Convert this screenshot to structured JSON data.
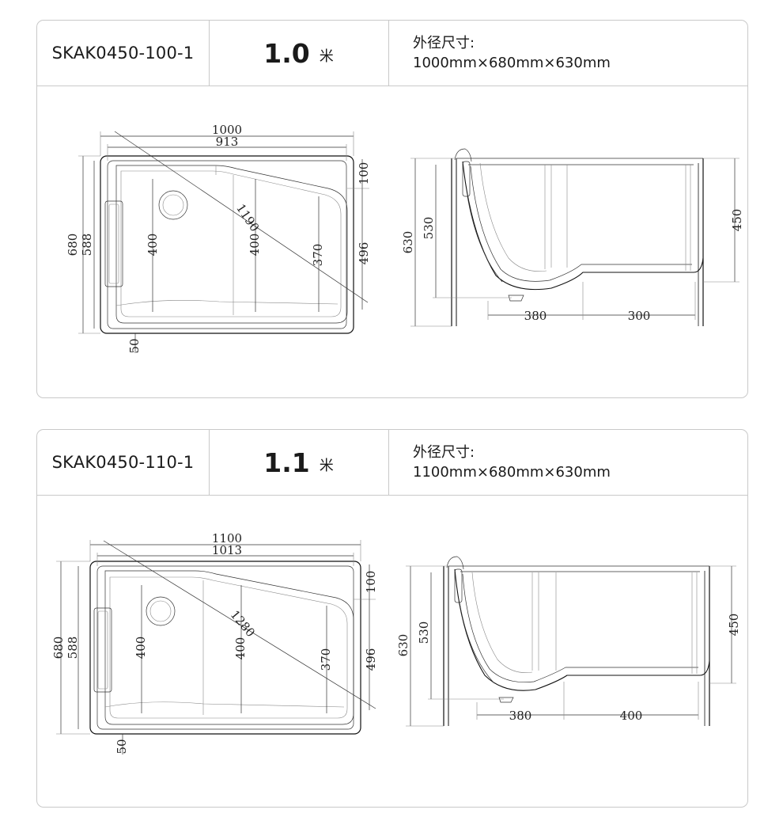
{
  "products": [
    {
      "model": "SKAK0450-100-1",
      "length_value": "1.0",
      "length_unit": "米",
      "size_label": "外径尺寸:",
      "size_value": "1000mm×680mm×630mm",
      "top_view": {
        "overall_length": "1000",
        "inner_length": "913",
        "depth": "680",
        "inner_depth": "588",
        "seat_depth": "400",
        "middle_depth": "400",
        "step_depth": "370",
        "rim_width": "100",
        "right_depth": "496",
        "diagonal": "1190",
        "bottom_offset": "50"
      },
      "side_view": {
        "height": "630",
        "inner_height": "530",
        "seat_height": "450",
        "seat_length": "380",
        "step_length": "300"
      }
    },
    {
      "model": "SKAK0450-110-1",
      "length_value": "1.1",
      "length_unit": "米",
      "size_label": "外径尺寸:",
      "size_value": "1100mm×680mm×630mm",
      "top_view": {
        "overall_length": "1100",
        "inner_length": "1013",
        "depth": "680",
        "inner_depth": "588",
        "seat_depth": "400",
        "middle_depth": "400",
        "step_depth": "370",
        "rim_width": "100",
        "right_depth": "496",
        "diagonal": "1280",
        "bottom_offset": "50"
      },
      "side_view": {
        "height": "630",
        "inner_height": "530",
        "seat_height": "450",
        "seat_length": "380",
        "step_length": "400"
      }
    }
  ]
}
